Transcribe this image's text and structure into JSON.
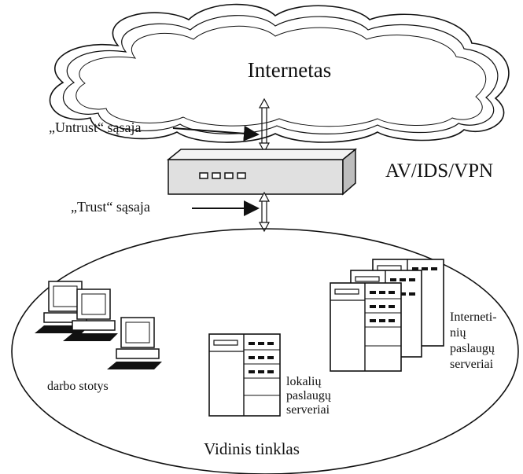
{
  "labels": {
    "internet": "Internetas",
    "device": "AV/IDS/VPN",
    "untrust": "„Untrust“ sąsaja",
    "trust": "„Trust“ sąsaja",
    "workstations": "darbo stotys",
    "local_servers": [
      "lokalių",
      "paslaugų",
      "serveriai"
    ],
    "internet_servers": [
      "Interneti-",
      "nių",
      "paslaugų",
      "serveriai"
    ],
    "internal_network": "Vidinis tinklas"
  },
  "colors": {
    "ink": "#111111",
    "device_fill": "#e6e6e6",
    "cloud_fill": "#ffffff"
  }
}
